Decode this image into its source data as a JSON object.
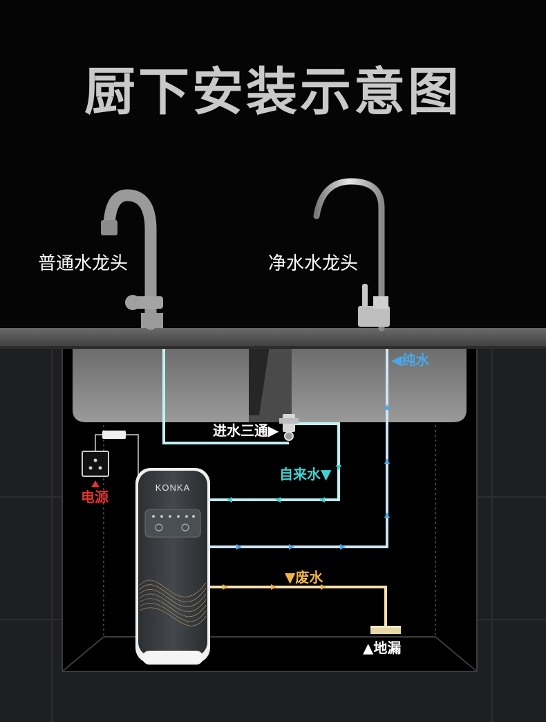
{
  "title": "厨下安装示意图",
  "labels": {
    "normal_faucet": "普通水龙头",
    "pure_faucet": "净水水龙头",
    "pure_water": "◀纯水",
    "inlet_tee": "进水三通▶",
    "tap_water": "自来水▼",
    "power": "电源",
    "waste_water": "▼废水",
    "floor_drain": "▲地漏",
    "brand": "KONKA"
  },
  "colors": {
    "pure_water": "#4aa8e8",
    "tap_water": "#3ed2d2",
    "waste_water": "#f2b44a",
    "power": "#e53232",
    "pipe_pure": "#cfe6f7",
    "pipe_tap": "#bff1f1",
    "pipe_waste": "#f7dfae"
  }
}
